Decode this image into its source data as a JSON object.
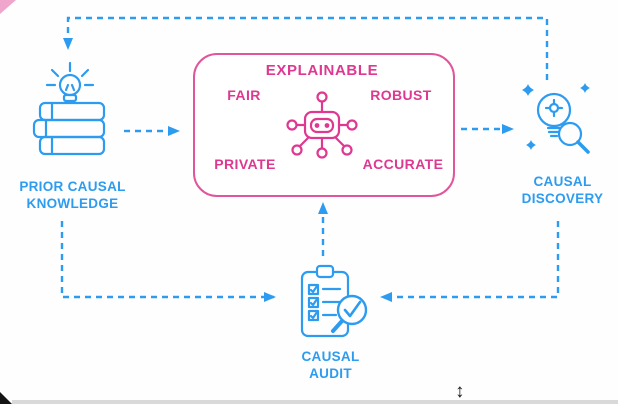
{
  "colors": {
    "blue": "#2D9CF0",
    "pink": "#DE3890",
    "box_border_pink": "#E0559B"
  },
  "nodes": {
    "prior_knowledge": {
      "line1": "PRIOR CAUSAL",
      "line2": "KNOWLEDGE"
    },
    "causal_discovery": {
      "line1": "CAUSAL",
      "line2": "DISCOVERY"
    },
    "causal_audit": {
      "line1": "CAUSAL",
      "line2": "AUDIT"
    }
  },
  "center_box": {
    "explainable": "EXPLAINABLE",
    "fair": "FAIR",
    "robust": "ROBUST",
    "private": "PRIVATE",
    "accurate": "ACCURATE"
  },
  "cursor": {
    "glyph": "↕"
  }
}
